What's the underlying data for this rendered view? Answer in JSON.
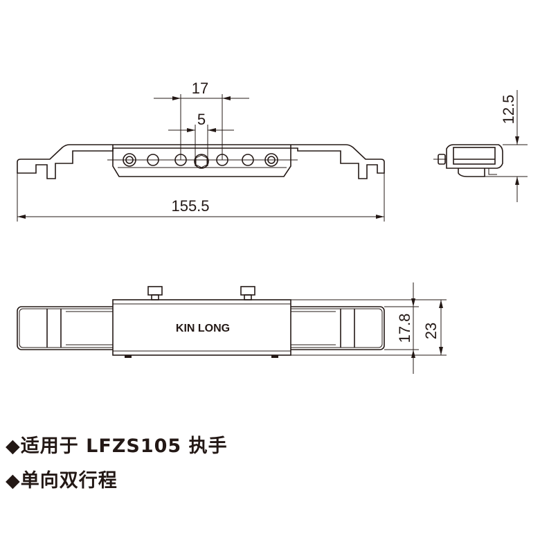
{
  "front_view": {
    "dim_total": "155.5",
    "dim_spacing": "17",
    "dim_center": "5"
  },
  "side_view": {
    "dim_height": "12.5"
  },
  "top_view": {
    "brand": "KIN LONG",
    "dim_inner": "17.8",
    "dim_outer": "23"
  },
  "notes": [
    {
      "bullet": "◆",
      "text": "适用于 LFZS105 执手"
    },
    {
      "bullet": "◆",
      "text": "单向双行程"
    }
  ],
  "colors": {
    "line": "#231815",
    "background": "#ffffff"
  }
}
